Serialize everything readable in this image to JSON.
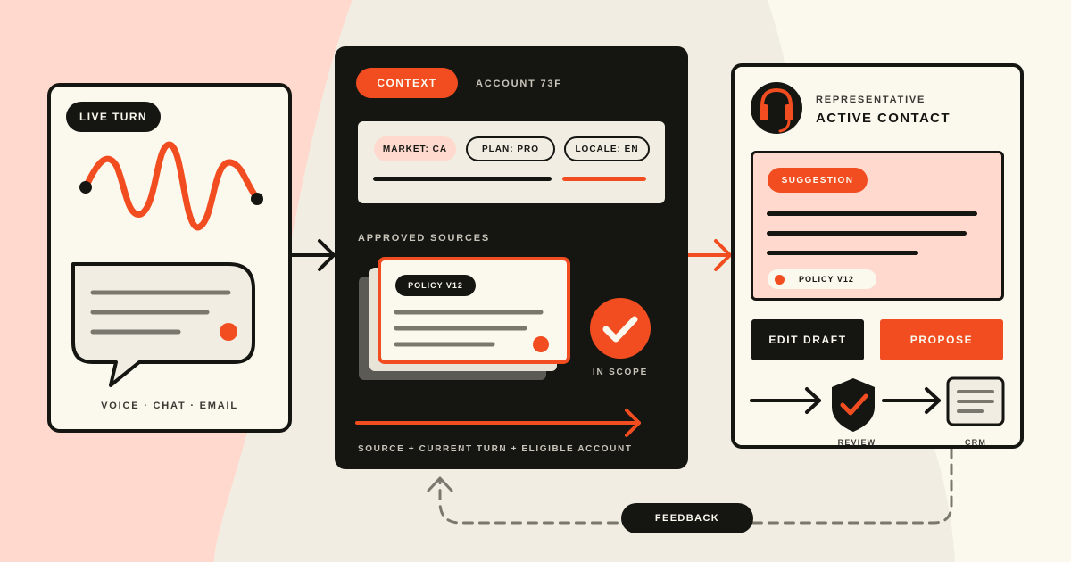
{
  "colors": {
    "accent": "#f14d20",
    "dark": "#151512",
    "cream": "#fbf8ee",
    "paper": "#f1ede2",
    "pink": "#ffd9cd",
    "muted": "#7a776e"
  },
  "live_panel": {
    "badge": "LIVE TURN",
    "channels": "VOICE · CHAT · EMAIL"
  },
  "context_panel": {
    "tab": "CONTEXT",
    "account": "ACCOUNT 73F",
    "tags": [
      "MARKET: CA",
      "PLAN: PRO",
      "LOCALE: EN"
    ],
    "sources_heading": "APPROVED SOURCES",
    "policy_badge": "POLICY V12",
    "scope_label": "IN SCOPE",
    "footer": "SOURCE + CURRENT TURN + ELIGIBLE ACCOUNT"
  },
  "rep_panel": {
    "role": "REPRESENTATIVE",
    "title": "ACTIVE CONTACT",
    "suggestion_badge": "SUGGESTION",
    "policy_ref": "POLICY V12",
    "edit_button": "EDIT DRAFT",
    "propose_button": "PROPOSE",
    "review_label": "REVIEW",
    "crm_label": "CRM"
  },
  "feedback_label": "FEEDBACK",
  "icons": [
    "waveform-icon",
    "chat-bubble-icon",
    "document-stack-icon",
    "check-circle-icon",
    "headset-icon",
    "shield-check-icon",
    "crm-document-icon",
    "arrow-icon"
  ]
}
